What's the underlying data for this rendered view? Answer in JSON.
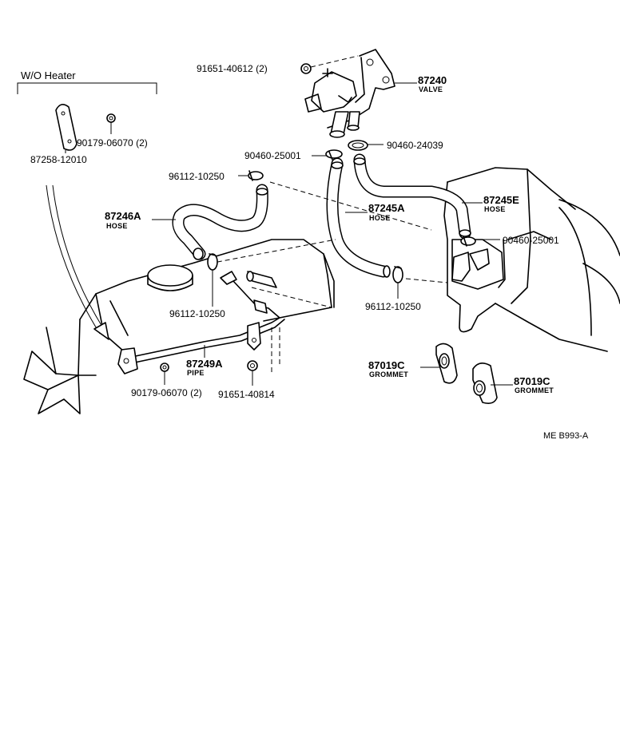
{
  "variant_label": "W/O  Heater",
  "drawing_code": "ME  B993-A",
  "callouts": {
    "nut_valve": "91651-40612 (2)",
    "valve": {
      "number": "87240",
      "name": "VALVE"
    },
    "clamp_valve_left": "90460-25001",
    "clamp_valve_right": "90460-24039",
    "clamp_hose_a_top": "96112-10250",
    "hose_87246a": {
      "number": "87246A",
      "name": "HOSE"
    },
    "hose_87245a": {
      "number": "87245A",
      "name": "HOSE"
    },
    "hose_87245e": {
      "number": "87245E",
      "name": "HOSE"
    },
    "clamp_heater": "90460-25001",
    "clamp_hose_a_bottom": "96112-10250",
    "clamp_hose_b_bottom": "96112-10250",
    "cover_plate": "87258-12010",
    "cover_bolt": "90179-06070 (2)",
    "pipe": {
      "number": "87249A",
      "name": "PIPE"
    },
    "pipe_bolt": "90179-06070 (2)",
    "pipe_nut": "91651-40814",
    "grommet_1": {
      "number": "87019C",
      "name": "GROMMET"
    },
    "grommet_2": {
      "number": "87019C",
      "name": "GROMMET"
    }
  }
}
